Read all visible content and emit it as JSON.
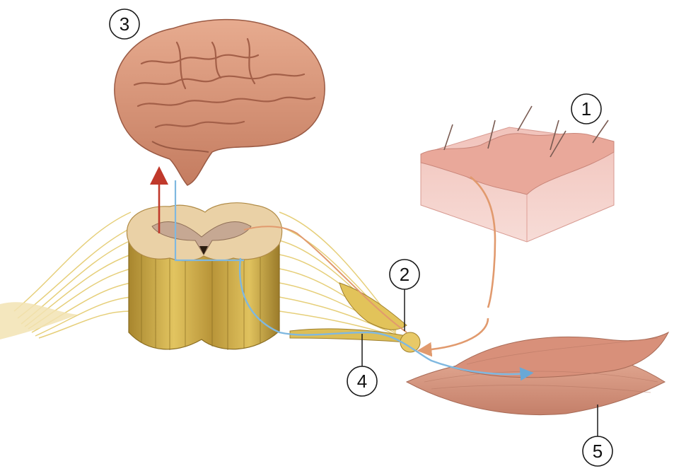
{
  "callouts": [
    {
      "id": "1",
      "label": "1"
    },
    {
      "id": "2",
      "label": "2"
    },
    {
      "id": "3",
      "label": "3"
    },
    {
      "id": "4",
      "label": "4"
    },
    {
      "id": "5",
      "label": "5"
    }
  ],
  "colors": {
    "brain": "#d99a7c",
    "brain_shade": "#b86e55",
    "skin_top": "#e8a99a",
    "skin_side": "#f3c9c2",
    "spinal_cord": "#c9a64a",
    "grey_matter": "#e7c9a8",
    "nerve_fibers": "#e6cf7a",
    "muscle": "#d89a84",
    "sensory_path": "#e19a6e",
    "motor_path": "#7fb8e0",
    "ascending_arrow": "#c0392b"
  },
  "icons": [
    "brain-illustration",
    "skin-block-illustration",
    "spinal-cord-illustration",
    "ganglion-illustration",
    "muscle-illustration"
  ]
}
